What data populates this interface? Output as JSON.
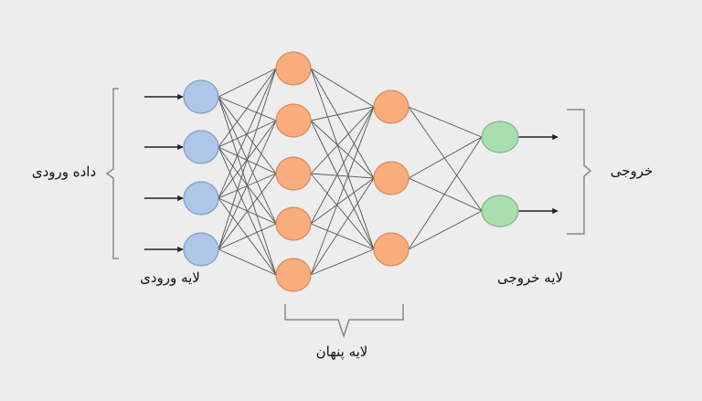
{
  "labels": {
    "input_data": "داده ورودی",
    "input_layer": "لایه ورودی",
    "hidden_layer": "لایه پنهان",
    "output_layer": "لایه خروجی",
    "output": "خروجی"
  },
  "layers": [
    {
      "name": "input",
      "node_count": 4,
      "color": "#aec6e8",
      "stroke": "#7f9cc4"
    },
    {
      "name": "hidden-1",
      "node_count": 5,
      "color": "#f9ac7c",
      "stroke": "#d58b5e"
    },
    {
      "name": "hidden-2",
      "node_count": 3,
      "color": "#f9ac7c",
      "stroke": "#d58b5e"
    },
    {
      "name": "output",
      "node_count": 2,
      "color": "#a9dfae",
      "stroke": "#7fb585"
    }
  ],
  "colors": {
    "background": "#ededed",
    "edge": "#555555",
    "bracket": "#888888"
  }
}
